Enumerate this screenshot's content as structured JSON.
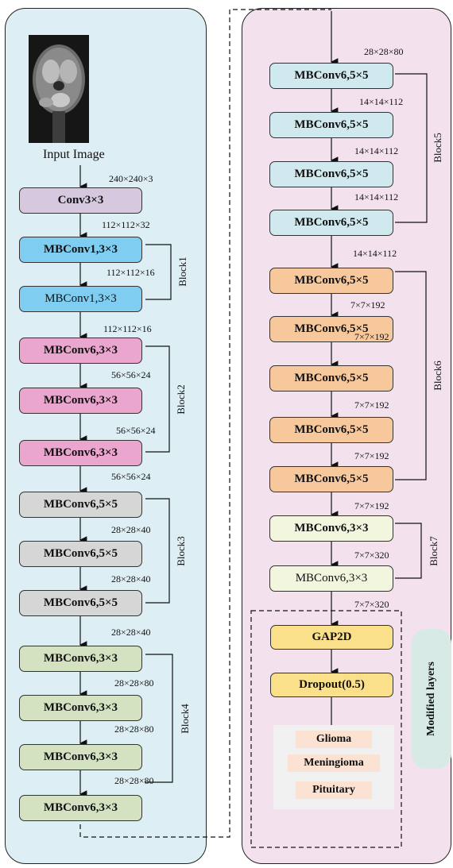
{
  "input_label": "Input Image",
  "left": {
    "stem": {
      "label": "Conv3×3",
      "dim_in": "240×240×3",
      "dim_out": "112×112×32"
    },
    "block1": {
      "name": "Block1",
      "layers": [
        "MBConv1,3×3",
        "MBConv1,3×3"
      ],
      "dims": [
        "112×112×16",
        "112×112×16"
      ]
    },
    "block2": {
      "name": "Block2",
      "layers": [
        "MBConv6,3×3",
        "MBConv6,3×3",
        "MBConv6,3×3"
      ],
      "dims": [
        "56×56×24",
        "56×56×24",
        "56×56×24"
      ]
    },
    "block3": {
      "name": "Block3",
      "layers": [
        "MBConv6,5×5",
        "MBConv6,5×5",
        "MBConv6,5×5"
      ],
      "dims": [
        "28×28×40",
        "28×28×40",
        "28×28×40"
      ]
    },
    "block4": {
      "name": "Block4",
      "layers": [
        "MBConv6,3×3",
        "MBConv6,3×3",
        "MBConv6,3×3",
        "MBConv6,3×3"
      ],
      "dims": [
        "28×28×80",
        "28×28×80",
        "28×28×80"
      ]
    }
  },
  "right": {
    "dim_top": "28×28×80",
    "block5": {
      "name": "Block5",
      "layers": [
        "MBConv6,5×5",
        "MBConv6,5×5",
        "MBConv6,5×5",
        "MBConv6,5×5"
      ],
      "dims": [
        "14×14×112",
        "14×14×112",
        "14×14×112",
        "14×14×112"
      ]
    },
    "block6": {
      "name": "Block6",
      "layers": [
        "MBConv6,5×5",
        "MBConv6,5×5",
        "MBConv6,5×5",
        "MBConv6,5×5",
        "MBConv6,5×5"
      ],
      "dims": [
        "7×7×192",
        "7×7×192",
        "7×7×192",
        "7×7×192",
        "7×7×192"
      ]
    },
    "block7": {
      "name": "Block7",
      "layers": [
        "MBConv6,3×3",
        "MBConv6,3×3"
      ],
      "dims": [
        "7×7×320",
        "7×7×320"
      ]
    },
    "gap": "GAP2D",
    "dropout": "Dropout(0.5)",
    "classes": [
      "Glioma",
      "Meningioma",
      "Pituitary"
    ],
    "modified_label": "Modified layers"
  },
  "colors": {
    "left_panel": "#ddeef4",
    "right_panel": "#f3e2ee",
    "stem": "#d6c9df",
    "block1": "#7fcdf0",
    "block2": "#eba6cf",
    "block3": "#d6d6d6",
    "block4": "#d5e2c1",
    "block5": "#cfe9ef",
    "block6": "#f7c89c",
    "block7": "#f3f6de",
    "head": "#fbe08c",
    "class_bg": "#fbe2d2"
  }
}
